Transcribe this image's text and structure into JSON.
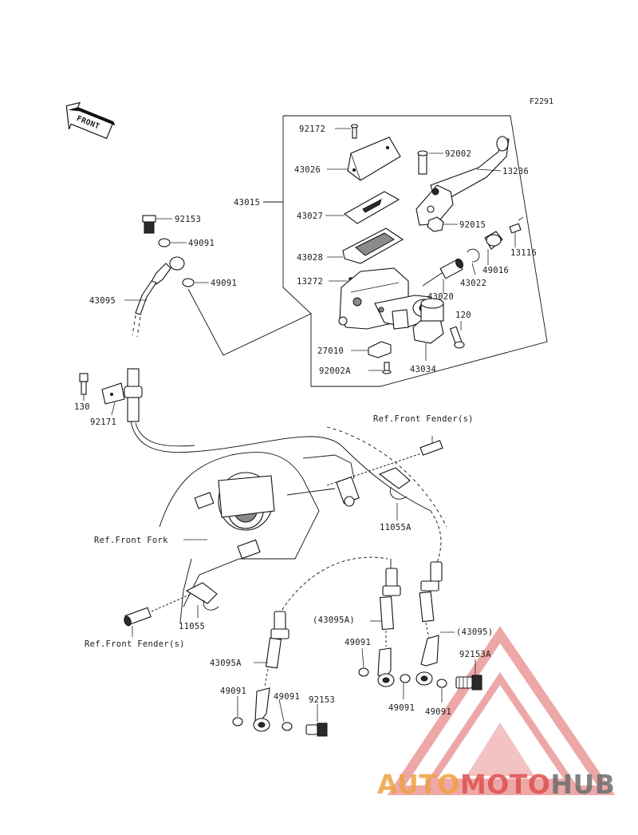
{
  "figure_code": "F2291",
  "front_badge": "FRONT",
  "labels": {
    "p92172": "92172",
    "p43026": "43026",
    "p92002": "92002",
    "p13236": "13236",
    "p43015": "43015",
    "p43027": "43027",
    "p92015": "92015",
    "p92153_top": "92153",
    "p49091_a": "49091",
    "p13116": "13116",
    "p43028": "43028",
    "p49016": "49016",
    "p49091_b": "49091",
    "p43022": "43022",
    "p13272": "13272",
    "p43095": "43095",
    "p43020": "43020",
    "p120": "120",
    "p27010": "27010",
    "p92002A": "92002A",
    "p43034": "43034",
    "p130": "130",
    "p92171": "92171",
    "ref_front_fender_top": "Ref.Front Fender(s)",
    "ref_front_fork": "Ref.Front Fork",
    "p11055A": "11055A",
    "p11055": "11055",
    "ref_front_fender_bottom": "Ref.Front Fender(s)",
    "p43095A_paren": "(43095A)",
    "p43095_paren": "(43095)",
    "p49091_c": "49091",
    "p92153A": "92153A",
    "p43095A": "43095A",
    "p49091_d": "49091",
    "p49091_e": "49091",
    "p49091_f": "49091",
    "p49091_g": "49091",
    "p92153_bottom": "92153"
  },
  "watermark": {
    "part1": "AUTO",
    "part2": "MOTO",
    "part3": "HUB",
    "color_orange": "#f0a040",
    "color_red": "#e05050",
    "color_gray": "#6e6e6e"
  }
}
